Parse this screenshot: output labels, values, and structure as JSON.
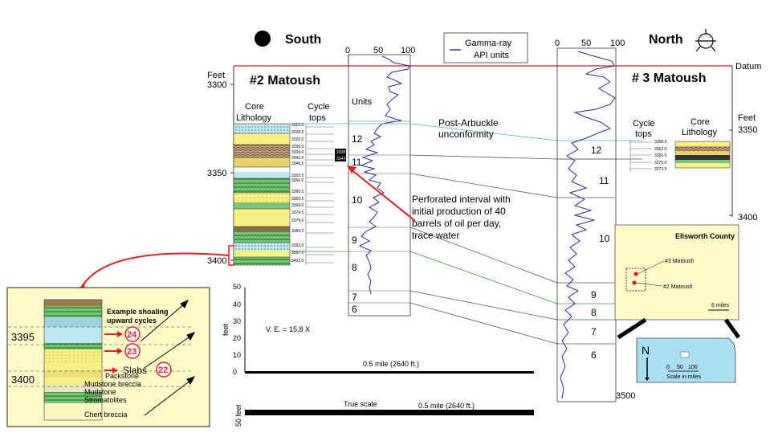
{
  "south": {
    "direction": "South",
    "well_name": "#2 Matoush",
    "feet_label": "Feet",
    "core_label_1": "Core",
    "core_label_2": "Lithology",
    "cycle_label_1": "Cycle",
    "cycle_label_2": "tops",
    "units_label": "Units",
    "depth_ticks": [
      "3300",
      "3350",
      "3400"
    ],
    "core_depths": [
      "3323.0",
      "3328.5",
      "3332.0",
      "3336.0",
      "3339.0",
      "3342.5",
      "3346.5",
      "3353.5",
      "3356.0",
      "3360.5",
      "3365.5",
      "3369.0",
      "3374.5",
      "3379.0",
      "3384.5",
      "3393.0",
      "3397.0",
      "3402.0"
    ],
    "perf_labels": [
      "3338",
      "3344"
    ],
    "unit_numbers": [
      "12",
      "11",
      "10",
      "9",
      "8",
      "7",
      "6"
    ],
    "log_scale": [
      "0",
      "50",
      "100"
    ]
  },
  "north": {
    "direction": "North",
    "well_name": "# 3 Matoush",
    "feet_label": "Feet",
    "depth_ticks": [
      "3350",
      "3400"
    ],
    "bottom_depth": "3500",
    "cycle_label_1": "Cycle",
    "cycle_label_2": "tops",
    "core_label_1": "Core",
    "core_label_2": "Lithology",
    "core_depths": [
      "3358.5",
      "3362.0",
      "3365.5",
      "3370.0",
      "3373.5"
    ],
    "unit_numbers": [
      "12",
      "11",
      "10",
      "9",
      "8",
      "7",
      "6"
    ],
    "log_scale": [
      "0",
      "50",
      "100"
    ]
  },
  "legend": {
    "line1": "Gamma-ray",
    "line2": "API units"
  },
  "datum": "Datum",
  "unconformity": [
    "Post-Arbuckle",
    "unconformity"
  ],
  "perforation_note": [
    "Perforated interval with",
    "initial production of 40",
    "barrels of oil per day,",
    "trace water"
  ],
  "vertical_scale": {
    "ticks": [
      "50",
      "40",
      "30",
      "20",
      "10",
      "0"
    ],
    "axis_label": "feet",
    "ve": "V. E. = 15.8 X",
    "bar_label": "0.5 mile (2640 ft.)"
  },
  "true_scale": {
    "side_label": "50 feet",
    "title": "True scale",
    "bar_label": "0.5 mile (2640 ft.)"
  },
  "inset": {
    "title_1": "Example shoaling",
    "title_2": "upward cycles",
    "depth_top": "3395",
    "depth_bottom": "3400",
    "slabs": "Slabs",
    "cycle_numbers": [
      "24",
      "23",
      "22"
    ],
    "lithologies": [
      "Packstone",
      "Mudstone breccia",
      "Mudstone",
      "Stromatolites",
      "Chert breccia"
    ]
  },
  "county_map": {
    "title": "Ellsworth County",
    "well_a": "#3 Matoush",
    "well_b": "#2 Matoush",
    "scale": "6 miles"
  },
  "kansas_map": {
    "north_letter": "N",
    "scale_ticks": [
      "0",
      "50",
      "100"
    ],
    "scale_label": "Scale in miles"
  }
}
